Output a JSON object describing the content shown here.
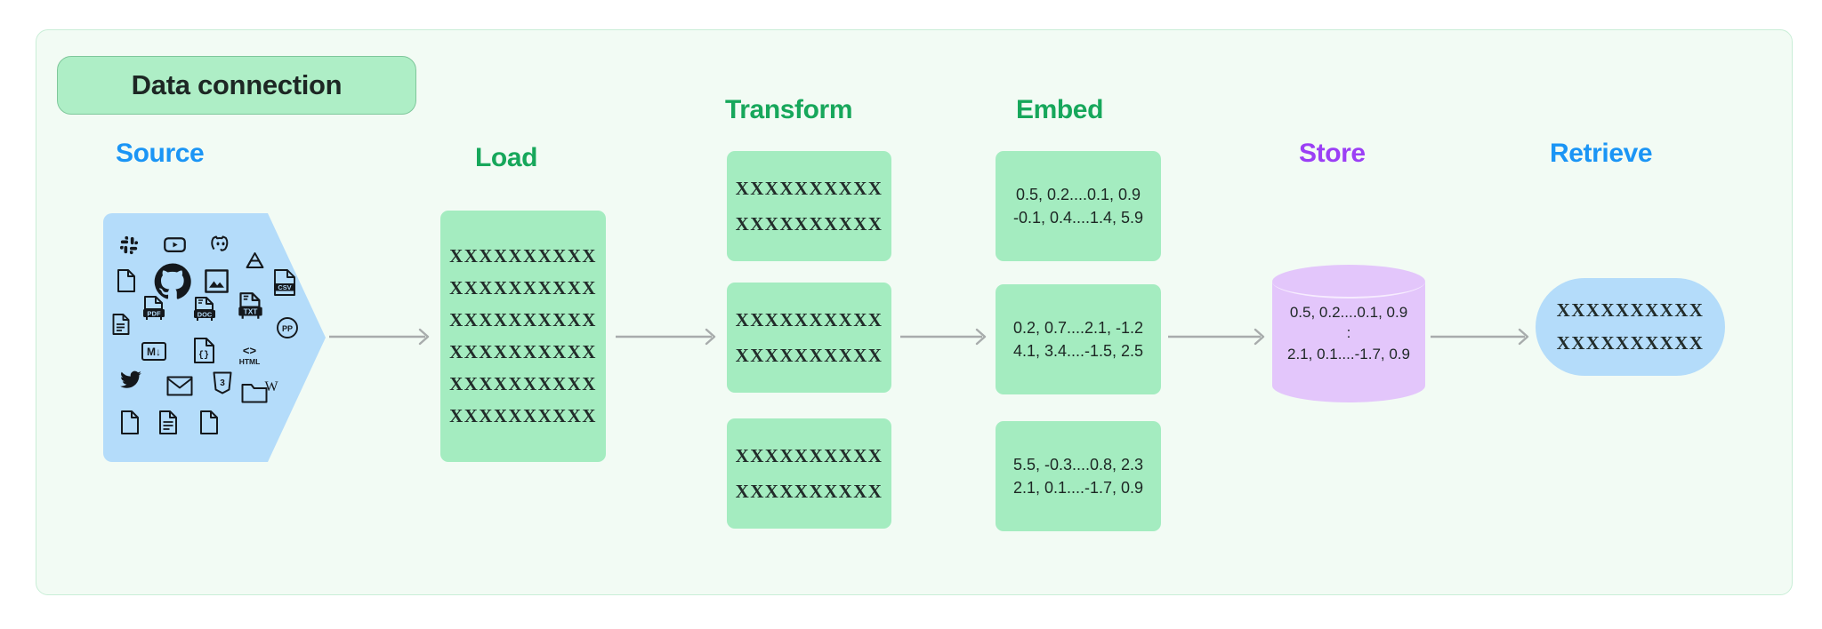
{
  "title": {
    "label": "Data connection"
  },
  "colors": {
    "frame_bg": "#f2fbf4",
    "frame_border": "#c9eed7",
    "title_pill_bg": "#aeeec6",
    "title_pill_border": "#7fc79b",
    "blue_heading": "#1b95f5",
    "green_heading": "#17a75b",
    "purple_heading": "#9b3ff5",
    "green_box": "#a4ecc0",
    "blue_box": "#b4dcfa",
    "purple_cylinder": "#e3c6fb",
    "arrow": "#a8acac"
  },
  "stages": [
    {
      "id": "source",
      "label": "Source",
      "color_style": "blue"
    },
    {
      "id": "load",
      "label": "Load",
      "color_style": "green"
    },
    {
      "id": "transform",
      "label": "Transform",
      "color_style": "green"
    },
    {
      "id": "embed",
      "label": "Embed",
      "color_style": "green"
    },
    {
      "id": "store",
      "label": "Store",
      "color_style": "purple"
    },
    {
      "id": "retrieve",
      "label": "Retrieve",
      "color_style": "blue"
    }
  ],
  "source": {
    "icons": [
      "slack-icon",
      "youtube-icon",
      "discord-icon",
      "blank-document-icon",
      "github-icon",
      "image-icon",
      "google-drive-icon",
      "text-lines-document-icon",
      "pdf-file-icon",
      "doc-file-icon",
      "txt-file-icon",
      "csv-file-icon",
      "markdown-file-icon",
      "json-file-icon",
      "html-file-icon",
      "ppt-file-icon",
      "globe-icon",
      "twitter-icon",
      "email-icon",
      "css3-icon",
      "wikipedia-icon",
      "blank-page-icon",
      "notes-document-icon",
      "page-corner-icon",
      "folder-icon"
    ]
  },
  "load": {
    "rows": [
      "XXXXXXXXXX",
      "XXXXXXXXXX",
      "XXXXXXXXXX",
      "XXXXXXXXXX",
      "XXXXXXXXXX",
      "XXXXXXXXXX"
    ]
  },
  "transform": {
    "boxes": [
      {
        "rows": [
          "XXXXXXXXXX",
          "XXXXXXXXXX"
        ]
      },
      {
        "rows": [
          "XXXXXXXXXX",
          "XXXXXXXXXX"
        ]
      },
      {
        "rows": [
          "XXXXXXXXXX",
          "XXXXXXXXXX"
        ]
      }
    ]
  },
  "embed": {
    "boxes": [
      {
        "rows": [
          "0.5, 0.2....0.1, 0.9",
          "-0.1, 0.4....1.4, 5.9"
        ]
      },
      {
        "rows": [
          "0.2, 0.7....2.1, -1.2",
          "4.1, 3.4....-1.5, 2.5"
        ]
      },
      {
        "rows": [
          "5.5, -0.3....0.8, 2.3",
          "2.1, 0.1....-1.7, 0.9"
        ]
      }
    ]
  },
  "store": {
    "rows": [
      "0.5, 0.2....0.1, 0.9",
      ":",
      "2.1, 0.1....-1.7, 0.9"
    ]
  },
  "retrieve": {
    "rows": [
      "XXXXXXXXXX",
      "XXXXXXXXXX"
    ]
  }
}
